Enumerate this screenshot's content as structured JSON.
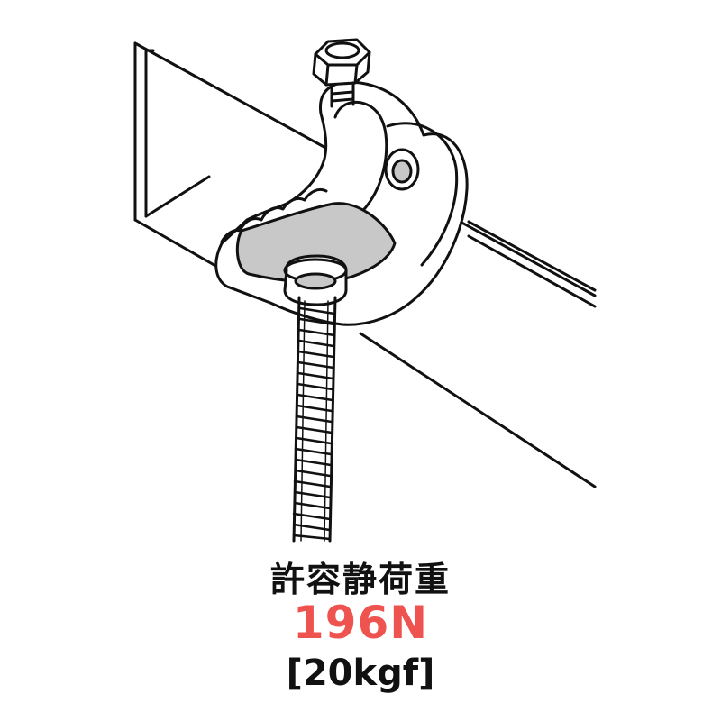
{
  "label": {
    "title": "許容静荷重",
    "value_newton": "196N",
    "value_kgf": "[20kgf]"
  },
  "colors": {
    "value_accent": "#ef5350",
    "line": "#111111",
    "metal_shade": "#c8c8c8",
    "background": "#ffffff"
  }
}
